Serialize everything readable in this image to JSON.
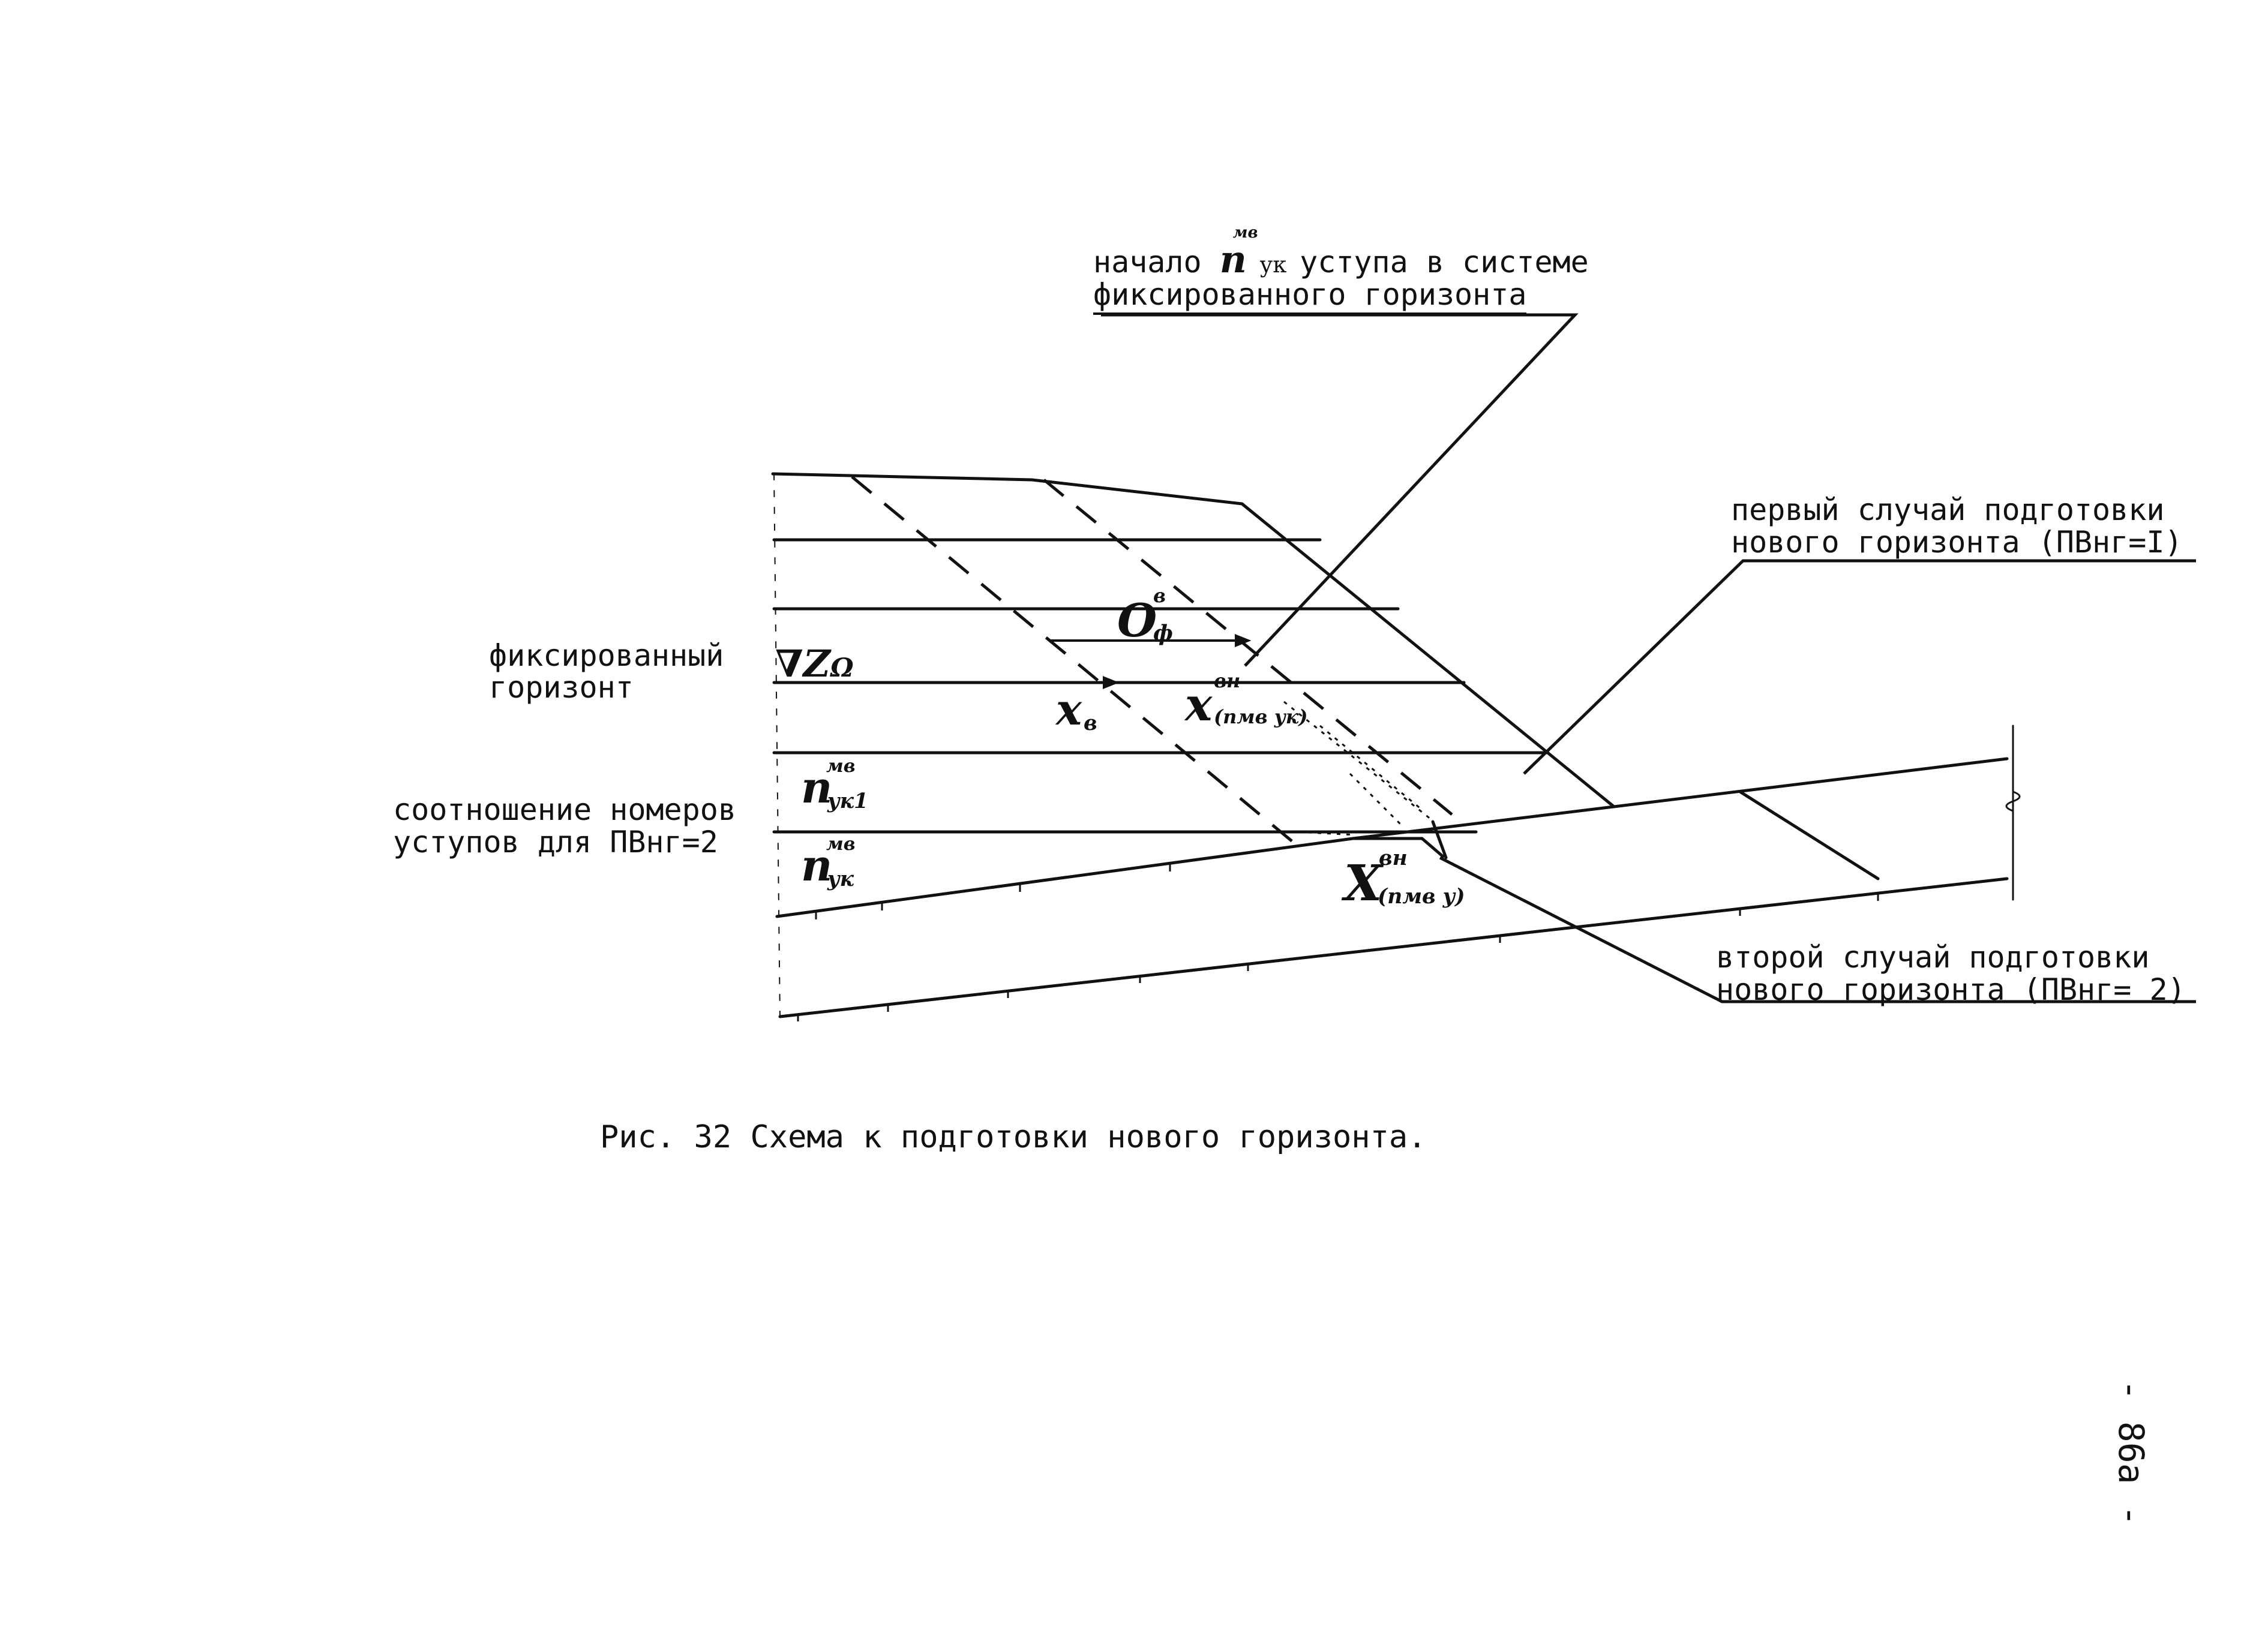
{
  "labels": {
    "start_prefix": "начало",
    "start_symbol": "n",
    "start_symbol_sup": "мв",
    "start_symbol_sub": "ук",
    "start_suffix": "уступа в системе",
    "start_line2": "фиксированного горизонта",
    "fixed_line1": "фиксированный",
    "fixed_line2": "горизонт",
    "ratio_line1": "соотношение номеров",
    "ratio_line2": "уступов для ПВнг=2",
    "first_line1": "первый случай подготовки",
    "first_line2": "нового горизонта (ПВнг=I)",
    "second_line1": "второй случай подготовки",
    "second_line2": "нового горизонта (ПВнг= 2)"
  },
  "symbols": {
    "z": "∇Z",
    "z_sub": "Ω",
    "o_f": "O",
    "o_f_sup": "в",
    "o_f_sub": "ф",
    "x_v": "x",
    "x_v_sub": "в",
    "x_n1": "x",
    "x_n1_sup": "вн",
    "x_n1_sub": "(nмв ук)",
    "x_n2": "X",
    "x_n2_sup": "вн",
    "x_n2_sub": "(nмв у)",
    "n1": "n",
    "n1_sup": "мв",
    "n1_sub": "ук1",
    "n2": "n",
    "n2_sup": "мв",
    "n2_sub": "ук"
  },
  "caption": "Рис. 32 Схема к подготовки нового горизонта.",
  "page_number": "- 86а -"
}
